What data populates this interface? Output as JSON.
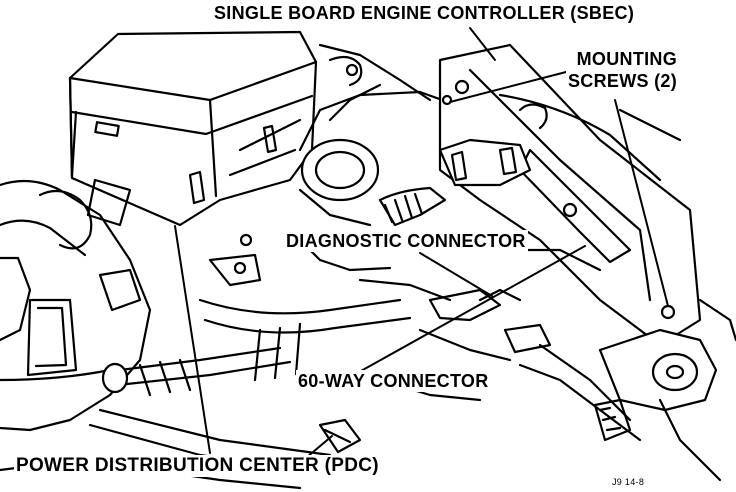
{
  "figure": {
    "labels": {
      "sbec": "SINGLE BOARD ENGINE CONTROLLER (SBEC)",
      "mounting_screws_line1": "MOUNTING",
      "mounting_screws_line2": "SCREWS (2)",
      "diagnostic_connector": "DIAGNOSTIC CONNECTOR",
      "sixty_way_connector": "60-WAY CONNECTOR",
      "pdc": "POWER DISTRIBUTION CENTER (PDC)",
      "figure_code": "J9 14-8"
    },
    "colors": {
      "ink": "#000000",
      "paper": "#ffffff"
    }
  }
}
